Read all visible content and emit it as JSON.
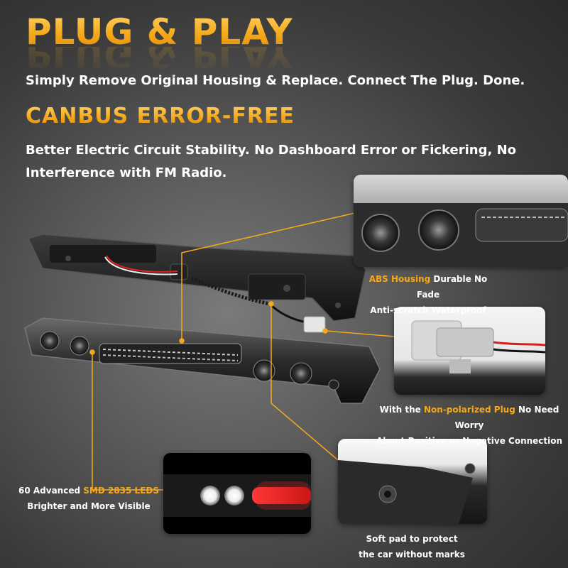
{
  "headline1": "PLUG & PLAY",
  "subline1": "Simply Remove Original Housing & Replace. Connect The Plug. Done.",
  "headline2": "CANBUS ERROR-FREE",
  "subline2": "Better Electric Circuit Stability. No Dashboard Error or Fickering, No Interference with FM Radio.",
  "callouts": {
    "abs": {
      "highlight": "ABS Housing",
      "line1_rest": " Durable No Fade",
      "line2": "Anti-scratch Waterproof"
    },
    "plug": {
      "prefix": "With the ",
      "highlight": "Non-polarized Plug",
      "line1_rest": " No Need Worry",
      "line2": "About Positive or Negative Connection"
    },
    "led": {
      "prefix": "60 Advanced ",
      "highlight": "SMD 2835 LEDS",
      "line2": "Brighter and More Visible"
    },
    "pad": {
      "line1": "Soft pad to protect",
      "line2": "the car without marks"
    }
  },
  "colors": {
    "accent": "#f5a91a",
    "text": "#ffffff",
    "background": "#555555"
  }
}
